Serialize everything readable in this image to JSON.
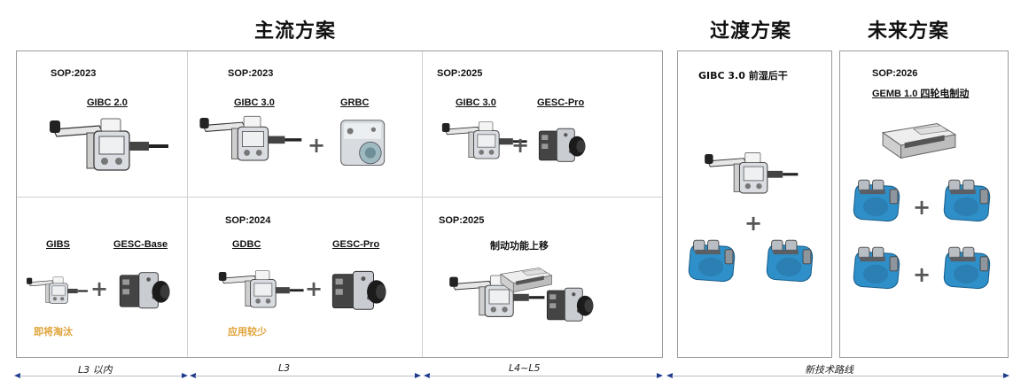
{
  "headers": {
    "mainstream": "主流方案",
    "transition": "过渡方案",
    "future": "未来方案"
  },
  "cells": {
    "c1_top": {
      "sop": "SOP:2023",
      "p1": "GIBC 2.0"
    },
    "c2_top": {
      "sop": "SOP:2023",
      "p1": "GIBC 3.0",
      "p2": "GRBC"
    },
    "c3_top": {
      "sop": "SOP:2025",
      "p1": "GIBC 3.0",
      "p2": "GESC-Pro"
    },
    "c1_bot": {
      "p1": "GIBS",
      "p2": "GESC-Base",
      "note": "即将淘汰"
    },
    "c2_bot": {
      "sop": "SOP:2024",
      "p1": "GDBC",
      "p2": "GESC-Pro",
      "note": "应用较少"
    },
    "c3_bot": {
      "sop": "SOP:2025",
      "p1": "制动功能上移"
    },
    "transition": {
      "p1": "GIBC 3.0 前湿后干"
    },
    "future": {
      "sop": "SOP:2026",
      "p1": "GEMB 1.0 四轮电制动"
    }
  },
  "plus_sign": "+",
  "timeline": {
    "seg1": "L3 以内",
    "seg2": "L3",
    "seg3": "L4~L5",
    "seg4": "新技术路线"
  },
  "colors": {
    "note": "#e0a43a",
    "caliper": "#2f8fc8",
    "arrow": "#1d3b8b"
  },
  "icons": [
    "booster-icon",
    "esc-module-icon",
    "rbc-module-icon",
    "controller-box-icon",
    "caliper-icon"
  ]
}
